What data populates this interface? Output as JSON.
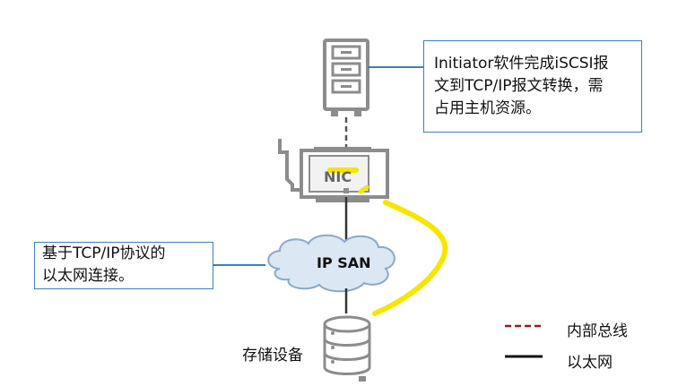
{
  "callouts": {
    "initiator": {
      "line1": "Initiator软件完成iSCSI报",
      "line2": "文到TCP/IP报文转换，需",
      "line3": "占用主机资源。"
    },
    "tcpip": {
      "line1": "基于TCP/IP协议的",
      "line2": "以太网连接。"
    }
  },
  "nodes": {
    "nic": "NIC",
    "ip_san": "IP SAN",
    "storage": "存储设备"
  },
  "legend": {
    "internal_bus": "内部总线",
    "ethernet": "以太网"
  },
  "colors": {
    "callout_border": "#3d7fb8",
    "device_gray": "#8c8c8c",
    "cloud_fill": "#dbe7f2",
    "highlight": "#f5e600",
    "bus_dash": "#a01818",
    "ethernet_line": "#333333"
  }
}
